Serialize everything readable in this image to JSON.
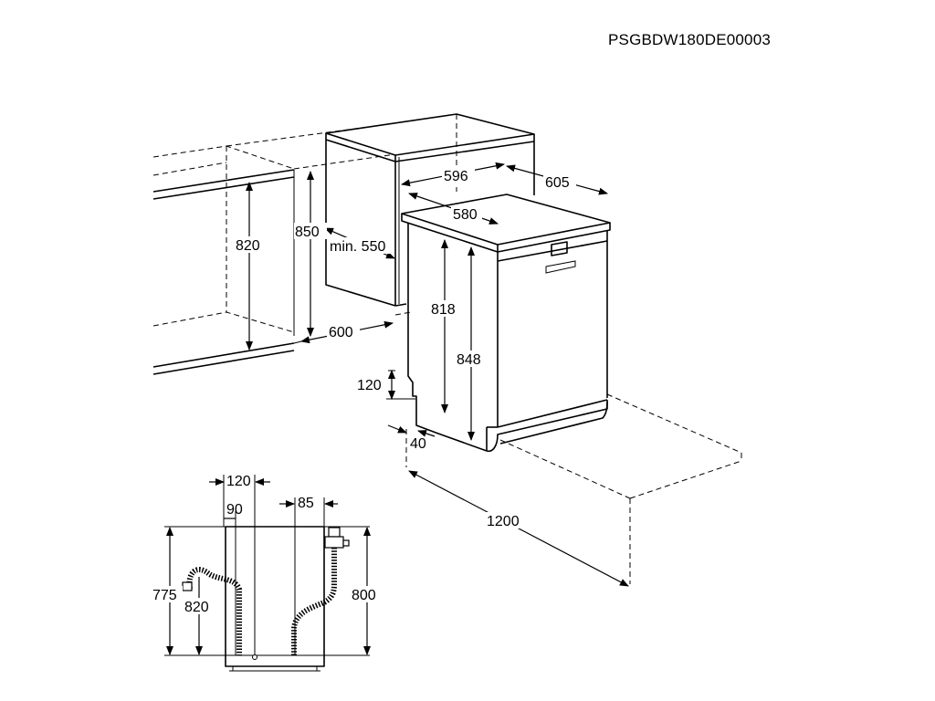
{
  "document_code": "PSGBDW180DE00003",
  "dimensions": {
    "niche_height": "820",
    "niche_height_max": "850",
    "niche_depth_min": "min. 550",
    "niche_width": "600",
    "appliance_width": "596",
    "appliance_depth": "605",
    "worktop_depth": "580",
    "appliance_height": "818",
    "appliance_height_max": "848",
    "plinth_height": "120",
    "plinth_depth": "40",
    "door_swing": "1200"
  },
  "connection_view": {
    "left_offset": "120",
    "hose_offset": "90",
    "right_offset": "85",
    "height_left": "775",
    "height_hose": "820",
    "height_right": "800"
  }
}
